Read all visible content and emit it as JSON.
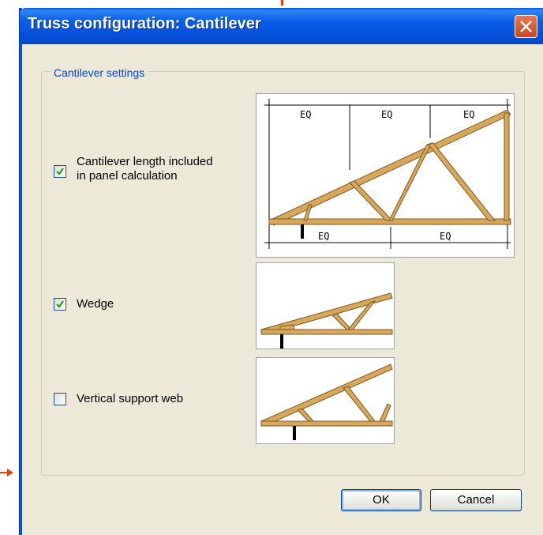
{
  "window": {
    "title": "Truss configuration: Cantilever"
  },
  "group": {
    "label": "Cantilever settings"
  },
  "options": [
    {
      "label_line1": "Cantilever length included",
      "label_line2": "in panel calculation",
      "checked": true
    },
    {
      "label": "Wedge",
      "checked": true
    },
    {
      "label": "Vertical support web",
      "checked": false
    }
  ],
  "diagram": {
    "dim_label": "EQ"
  },
  "buttons": {
    "ok": "OK",
    "cancel": "Cancel"
  },
  "colors": {
    "accent": "#0054E3",
    "truss": "#D8A75A",
    "check": "#21A121",
    "background": "#ECE9D8"
  }
}
